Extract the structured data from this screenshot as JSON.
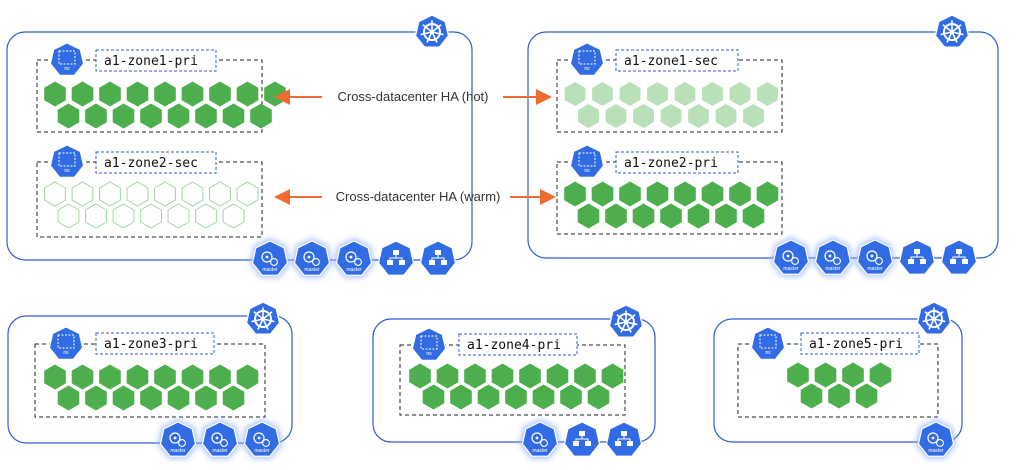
{
  "colors": {
    "cluster_border": "#2f5bd8",
    "k8s_blue": "#326ce5",
    "pod_active": "#4cae4c",
    "pod_hot": "#b9e0b9",
    "pod_warm_stroke": "#9fd49f",
    "arrow": "#ef6b2f",
    "glow": "#9db8ff"
  },
  "icons": {
    "cluster": "kubernetes-helm-icon",
    "namespace": "namespace-icon",
    "master": "master-node-icon",
    "worker": "worker-node-icon"
  },
  "namespace_badge": "ns",
  "master_node_label": "master",
  "clusters": [
    {
      "id": "a1",
      "zones": [
        {
          "label": "a1-zone1-pri",
          "pod_rows": [
            9,
            8
          ],
          "pod_style": "active"
        },
        {
          "label": "a1-zone2-sec",
          "pod_rows": [
            8,
            7
          ],
          "pod_style": "warm"
        }
      ],
      "nodes": [
        "master",
        "master",
        "master",
        "worker",
        "worker"
      ]
    },
    {
      "id": "b1",
      "zones": [
        {
          "label": "a1-zone1-sec",
          "pod_rows": [
            8,
            7
          ],
          "pod_style": "hot"
        },
        {
          "label": "a1-zone2-pri",
          "pod_rows": [
            8,
            7
          ],
          "pod_style": "active"
        }
      ],
      "nodes": [
        "master",
        "master",
        "master",
        "worker",
        "worker"
      ]
    },
    {
      "id": "c1",
      "zones": [
        {
          "label": "a1-zone3-pri",
          "pod_rows": [
            8,
            7
          ],
          "pod_style": "active"
        }
      ],
      "nodes": [
        "master",
        "master",
        "master"
      ]
    },
    {
      "id": "c2",
      "zones": [
        {
          "label": "a1-zone4-pri",
          "pod_rows": [
            8,
            7
          ],
          "pod_style": "active"
        }
      ],
      "nodes": [
        "master",
        "worker",
        "worker"
      ]
    },
    {
      "id": "c3",
      "zones": [
        {
          "label": "a1-zone5-pri",
          "pod_rows": [
            4,
            3
          ],
          "pod_style": "active"
        }
      ],
      "nodes": [
        "master"
      ]
    }
  ],
  "links": [
    {
      "label": "Cross-datacenter HA (hot)"
    },
    {
      "label": "Cross-datacenter HA (warm)"
    }
  ]
}
